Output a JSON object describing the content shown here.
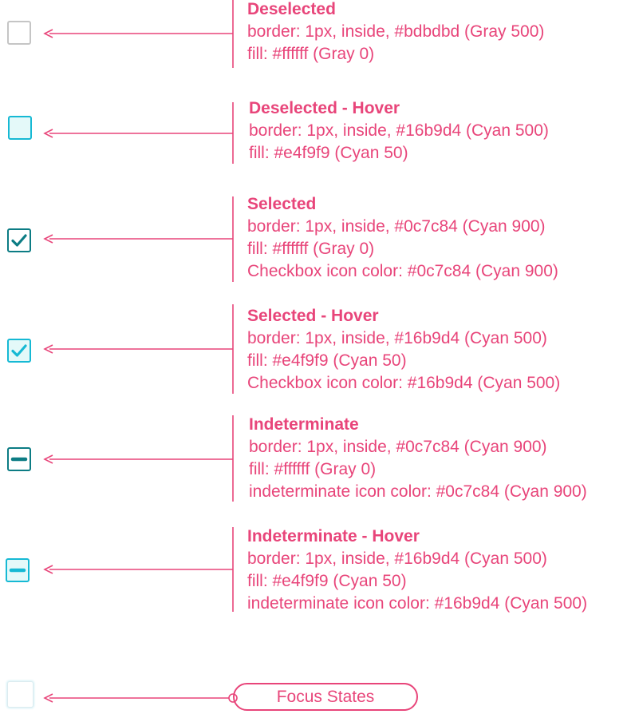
{
  "colors": {
    "annotation": "#e8457a",
    "gray_border": "#bdbdbd",
    "gray_fill": "#ffffff",
    "cyan_500": "#16b9d4",
    "cyan_50": "#e4f9f9",
    "cyan_900": "#0c7c84"
  },
  "states": [
    {
      "title": "Deselected",
      "lines": [
        "border: 1px, inside, #bdbdbd (Gray 500)",
        "fill: #ffffff (Gray 0)"
      ],
      "icon": "none"
    },
    {
      "title": "Deselected - Hover",
      "lines": [
        "border: 1px, inside, #16b9d4 (Cyan 500)",
        "fill: #e4f9f9 (Cyan 50)"
      ],
      "icon": "none"
    },
    {
      "title": "Selected",
      "lines": [
        "border: 1px, inside, #0c7c84 (Cyan 900)",
        "fill: #ffffff (Gray 0)",
        "Checkbox icon color: #0c7c84 (Cyan 900)"
      ],
      "icon": "check-icon"
    },
    {
      "title": "Selected - Hover",
      "lines": [
        "border: 1px, inside, #16b9d4 (Cyan 500)",
        "fill: #e4f9f9 (Cyan 50)",
        "Checkbox icon color: #16b9d4 (Cyan 500)"
      ],
      "icon": "check-icon"
    },
    {
      "title": "Indeterminate",
      "lines": [
        "border: 1px, inside, #0c7c84 (Cyan 900)",
        "fill: #ffffff (Gray 0)",
        "indeterminate icon color: #0c7c84 (Cyan 900)"
      ],
      "icon": "minus-icon"
    },
    {
      "title": "Indeterminate - Hover",
      "lines": [
        "border: 1px, inside, #16b9d4 (Cyan 500)",
        "fill: #e4f9f9 (Cyan 50)",
        "indeterminate icon color: #16b9d4 (Cyan 500)"
      ],
      "icon": "minus-icon"
    }
  ],
  "focus": {
    "label": "Focus States"
  }
}
